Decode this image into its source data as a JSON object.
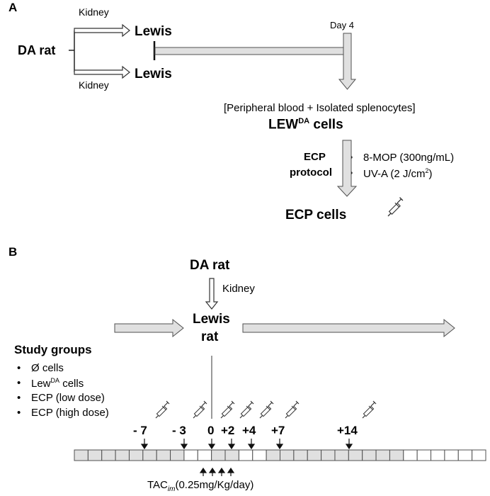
{
  "panel_a": {
    "label": "A",
    "donor": "DA rat",
    "organ_top": "Kidney",
    "organ_bottom": "Kidney",
    "recipient_top": "Lewis",
    "recipient_bottom": "Lewis",
    "day": "Day 4",
    "harvest": "[Peripheral blood + Isolated splenocytes]",
    "lew_cells_main": "LEW",
    "lew_cells_sup": "DA",
    "lew_cells_suffix": "cells",
    "protocol_line1": "ECP",
    "protocol_line2": "protocol",
    "step1": "8-MOP (300ng/mL)",
    "step2_main": "UV-A (2 J/cm",
    "step2_sup": "2",
    "step2_end": ")",
    "result": "ECP cells",
    "syringe_icon": "syringe-icon"
  },
  "panel_b": {
    "label": "B",
    "donor": "DA rat",
    "organ": "Kidney",
    "recipient_line1": "Lewis",
    "recipient_line2": "rat",
    "groups_title": "Study groups",
    "groups": [
      {
        "main": "Ø cells",
        "sup": "",
        "end": ""
      },
      {
        "main": "Lew",
        "sup": "DA",
        "end": " cells"
      },
      {
        "main": "ECP (low dose)",
        "sup": "",
        "end": ""
      },
      {
        "main": "ECP (high dose)",
        "sup": "",
        "end": ""
      }
    ],
    "day_labels": [
      "- 7",
      "- 3",
      "0",
      "+2",
      "+4",
      "+7",
      "+14"
    ],
    "tac_main": "TAC",
    "tac_sub": "im",
    "tac_dose": "(0.25mg/Kg/day)",
    "timeline_cells": 30,
    "shaded_cells": [
      0,
      1,
      2,
      3,
      4,
      5,
      6,
      7,
      10,
      11,
      14,
      15,
      16,
      17,
      18,
      19,
      20,
      21,
      22,
      23
    ]
  },
  "colors": {
    "fill": "#e0e0e0",
    "stroke": "#505050"
  }
}
